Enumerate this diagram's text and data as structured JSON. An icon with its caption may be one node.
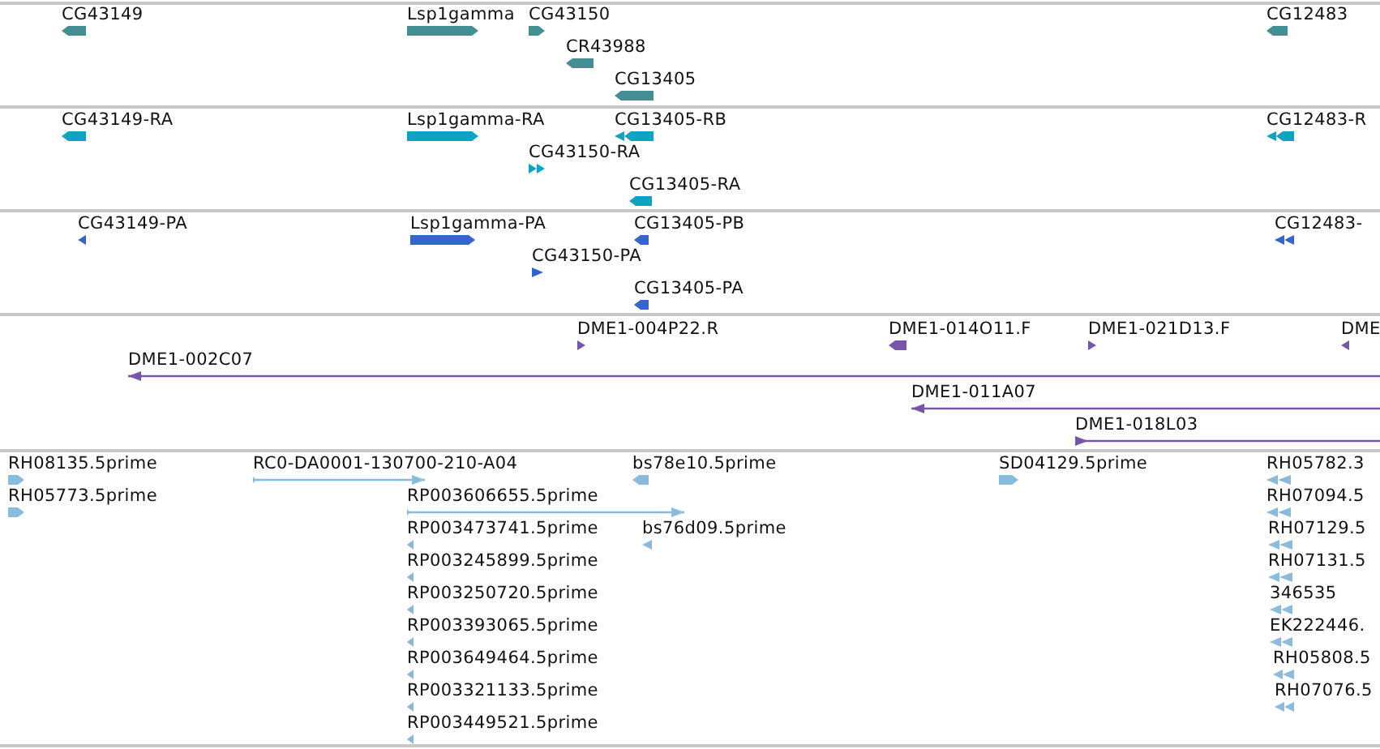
{
  "diagram": {
    "nodes": [
      {
        "text": [
          "CG43149"
        ]
      },
      {
        "text": [
          "Lsp1gamma"
        ]
      },
      {
        "text": [
          "CG43150"
        ]
      },
      {
        "text": [
          "CR43988"
        ]
      },
      {
        "text": [
          "CG13405"
        ]
      },
      {
        "text": [
          "CG12483"
        ]
      },
      {
        "text": [
          "CG43149-RA"
        ]
      },
      {
        "text": [
          "Lsp1gamma-RA"
        ]
      },
      {
        "text": [
          "CG13405-RB"
        ]
      },
      {
        "text": [
          "CG43150-RA"
        ]
      },
      {
        "text": [
          "CG13405-RA"
        ]
      },
      {
        "text": [
          "CG12483-R"
        ]
      },
      {
        "text": [
          "CG43149-PA"
        ]
      },
      {
        "text": [
          "Lsp1gamma-PA"
        ]
      },
      {
        "text": [
          "CG13405-PB"
        ]
      },
      {
        "text": [
          "CG43150-PA"
        ]
      },
      {
        "text": [
          "CG13405-PA"
        ]
      },
      {
        "text": [
          "CG12483-"
        ]
      },
      {
        "text": [
          "DME1-004P22.R"
        ]
      },
      {
        "text": [
          "DME1-014O11.F"
        ]
      },
      {
        "text": [
          "DME1-021D13.F"
        ]
      },
      {
        "text": [
          "DME"
        ]
      },
      {
        "text": [
          "DME1-002C07"
        ]
      },
      {
        "text": [
          "DME1-011A07"
        ]
      },
      {
        "text": [
          "DME1-018L03"
        ]
      },
      {
        "text": [
          "RH08135.5prime"
        ]
      },
      {
        "text": [
          "RH05773.5prime"
        ]
      },
      {
        "text": [
          "RC0-DA0001-130700-210-A04"
        ]
      },
      {
        "text": [
          "bs78e10.5prime"
        ]
      },
      {
        "text": [
          "RP003606655.5prime"
        ]
      },
      {
        "text": [
          "RP003473741.5prime"
        ]
      },
      {
        "text": [
          "bs76d09.5prime"
        ]
      },
      {
        "text": [
          "RP003245899.5prime"
        ]
      },
      {
        "text": [
          "RP003250720.5prime"
        ]
      },
      {
        "text": [
          "RP003393065.5prime"
        ]
      },
      {
        "text": [
          "RP003649464.5prime"
        ]
      },
      {
        "text": [
          "RP003321133.5prime"
        ]
      },
      {
        "text": [
          "RP003449521.5prime"
        ]
      },
      {
        "text": [
          "SD04129.5prime"
        ]
      },
      {
        "text": [
          "RH05782.3"
        ]
      },
      {
        "text": [
          "RH07094.5"
        ]
      },
      {
        "text": [
          "RH07129.5"
        ]
      },
      {
        "text": [
          "RH07131.5"
        ]
      },
      {
        "text": [
          "346535"
        ]
      },
      {
        "text": [
          "EK222446."
        ]
      },
      {
        "text": [
          "RH05808.5"
        ]
      },
      {
        "text": [
          "RH07076.5"
        ]
      }
    ]
  }
}
